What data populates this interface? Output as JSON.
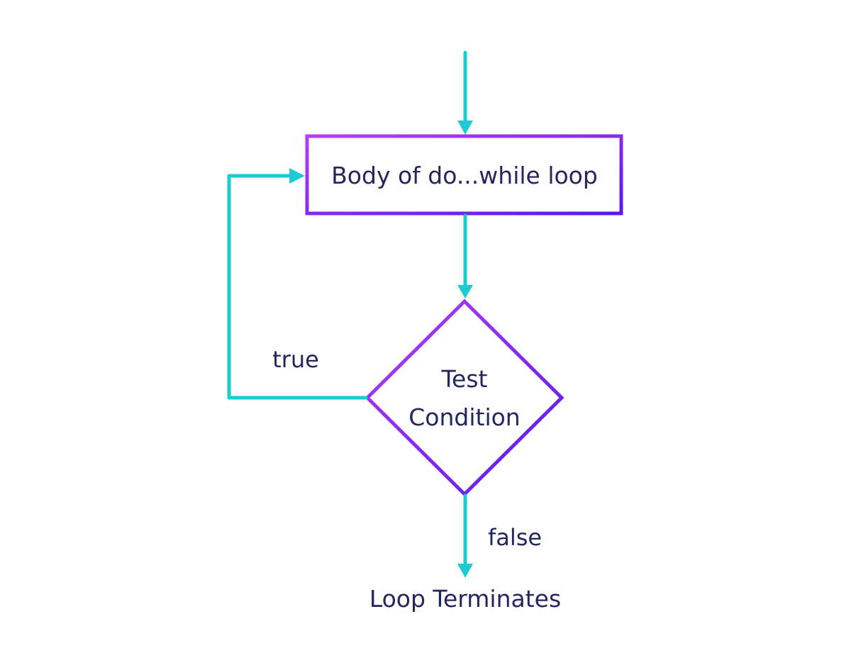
{
  "colors": {
    "arrow": "#1ccbd3",
    "shape_gradient_start": "#b43ff2",
    "shape_gradient_end": "#5b18e8",
    "text": "#25265e",
    "background": "#ffffff"
  },
  "nodes": {
    "body": {
      "label": "Body of do...while loop"
    },
    "condition": {
      "line1": "Test",
      "line2": "Condition"
    },
    "terminal": {
      "label": "Loop Terminates"
    }
  },
  "edges": {
    "true_label": "true",
    "false_label": "false"
  }
}
